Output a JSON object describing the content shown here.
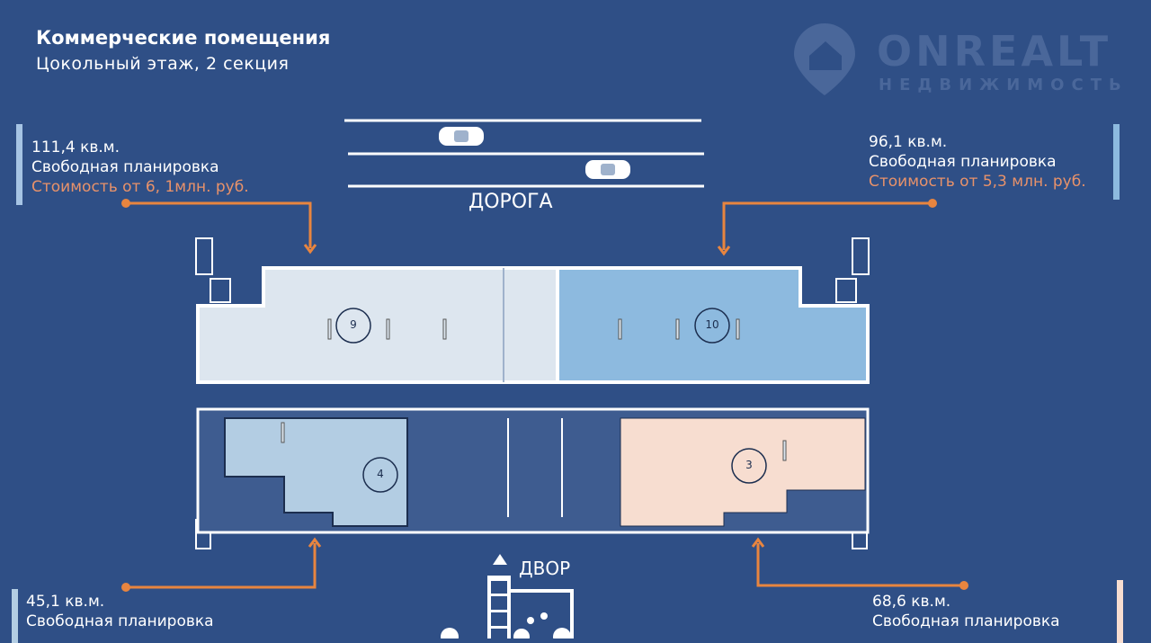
{
  "header": {
    "title": "Коммерческие помещения",
    "subtitle": "Цокольный этаж, 2 секция"
  },
  "logo": {
    "name": "ONREALT",
    "tagline": "НЕДВИЖИМОСТЬ"
  },
  "labels": {
    "road": "ДОРОГА",
    "yard": "ДВОР"
  },
  "units": [
    {
      "number": "9",
      "area": "111,4 кв.м.",
      "layout": "Свободная планировка",
      "price": "Стоимость от 6, 1млн. руб.",
      "color": "#dde6ef"
    },
    {
      "number": "10",
      "area": "96,1 кв.м.",
      "layout": "Свободная планировка",
      "price": "Стоимость от 5,3 млн. руб.",
      "color": "#8dbadf"
    },
    {
      "number": "4",
      "area": "45,1 кв.м.",
      "layout": "Свободная планировка",
      "color": "#b3cde3"
    },
    {
      "number": "3",
      "area": "68,6 кв.м.",
      "layout": "Свободная планировка",
      "color": "#f7ddd0"
    }
  ],
  "colors": {
    "background": "#2f4f86",
    "accent": "#e8853f"
  }
}
